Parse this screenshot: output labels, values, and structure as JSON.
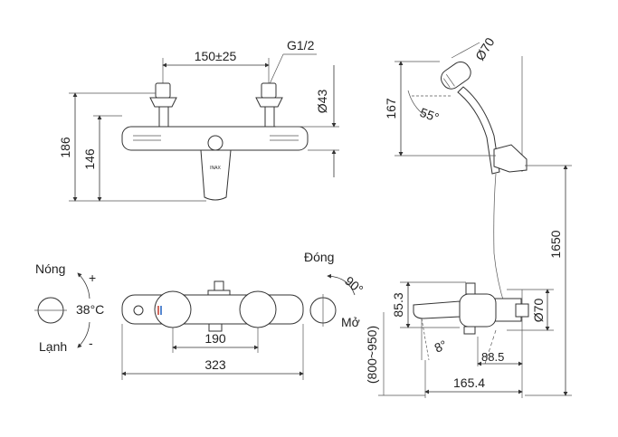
{
  "front_view": {
    "dim_width": "150±25",
    "dim_thread": "G1/2",
    "dim_height_total": "186",
    "dim_height_body": "146",
    "dim_diameter_43": "Ø43"
  },
  "shower_view": {
    "dim_head_dia": "Ø70",
    "dim_height": "167",
    "dim_angle": "55°"
  },
  "controls": {
    "hot_label": "Nóng",
    "hot_sign": "+",
    "temp_label": "38°C",
    "cold_label": "Lạnh",
    "cold_sign": "-",
    "close_label": "Đóng",
    "close_angle": "90°",
    "open_label": "Mở"
  },
  "top_view": {
    "dim_center": "190",
    "dim_length": "323",
    "dim_install": "(800~950)"
  },
  "side_view": {
    "dim_spout_h": "85.3",
    "dim_body_dia": "Ø70",
    "dim_angle": "8°",
    "dim_depth_a": "88.5",
    "dim_depth_b": "165.4",
    "dim_rail": "1650"
  },
  "brand_mark": "INAX"
}
